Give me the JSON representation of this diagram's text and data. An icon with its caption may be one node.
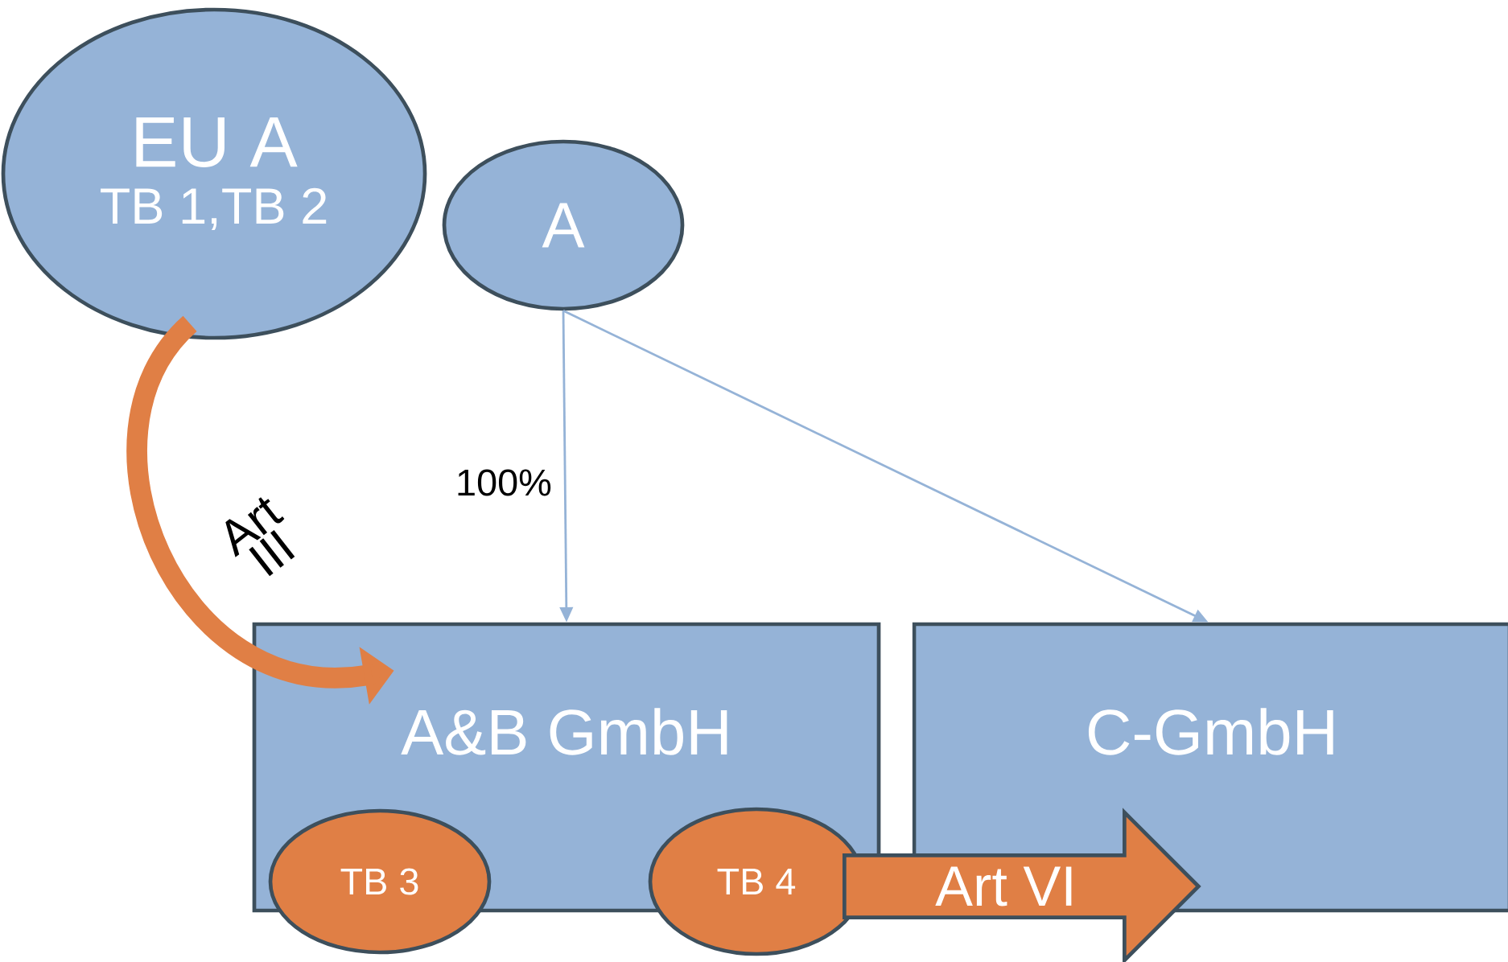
{
  "diagram": {
    "nodes": [
      {
        "text": [
          "EU A",
          "TB 1,TB 2"
        ]
      },
      {
        "text": [
          "A"
        ]
      },
      {
        "text": [
          "A&B GmbH"
        ]
      },
      {
        "text": [
          "C-GmbH"
        ]
      },
      {
        "text": [
          "TB 3"
        ]
      },
      {
        "text": [
          "TB 4"
        ]
      },
      {
        "text": [
          "Art VI"
        ]
      }
    ],
    "edges": [
      {
        "from": 1,
        "to": 2,
        "arrow": "to",
        "label": "100%"
      },
      {
        "from": 1,
        "to": 3,
        "arrow": "to"
      },
      {
        "from": 0,
        "to": 2,
        "arrow": "to",
        "label": "Art III",
        "style": "thick",
        "color": "#e07f45"
      }
    ]
  }
}
